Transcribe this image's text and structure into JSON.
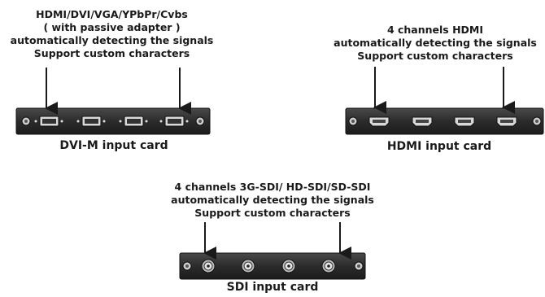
{
  "dvi_card": {
    "description": [
      "HDMI/DVI/VGA/YPbPr/Cvbs",
      "( with passive adapter )",
      "automatically detecting the signals",
      "Support custom characters"
    ],
    "title": "DVI-M input card"
  },
  "hdmi_card": {
    "description": [
      "4 channels HDMI",
      "automatically detecting the signals",
      "Support custom characters"
    ],
    "title": "HDMI input card"
  },
  "sdi_card": {
    "description": [
      "4 channels 3G-SDI/ HD-SDI/SD-SDI",
      "automatically detecting the signals",
      "Support custom characters"
    ],
    "title": "SDI input card"
  },
  "colors": {
    "panel": "#2b2b2b",
    "port_metal": "#d9d9d9",
    "text": "#1a1a1a"
  }
}
